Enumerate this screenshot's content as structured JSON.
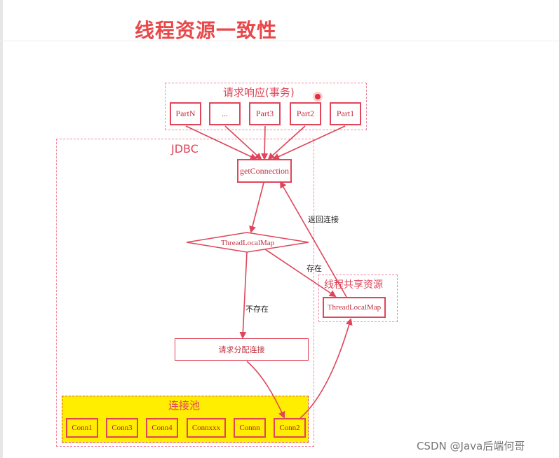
{
  "title": "线程资源一致性",
  "request_group": {
    "label": "请求响应(事务)",
    "parts": [
      "PartN",
      "...",
      "Part3",
      "Part2",
      "Part1"
    ]
  },
  "jdbc": {
    "label": "JDBC",
    "get_connection": "getConnection",
    "thread_local_map": "ThreadLocalMap",
    "request_connection": "请求分配连接"
  },
  "shared_resource": {
    "label": "线程共享资源",
    "thread_local_map": "ThreadLocalMap"
  },
  "pool": {
    "label": "连接池",
    "connections": [
      "Conn1",
      "Conn3",
      "Conn4",
      "Connxxx",
      "Connn",
      "Conn2"
    ]
  },
  "edges": {
    "return_connection": "返回连接",
    "exists": "存在",
    "not_exists": "不存在"
  },
  "colors": {
    "title": "#e8484a",
    "stroke": "#e0455a",
    "dashed": "#f08aa0",
    "pool_fill": "#ffee00"
  },
  "watermark": "CSDN @Java后端何哥"
}
